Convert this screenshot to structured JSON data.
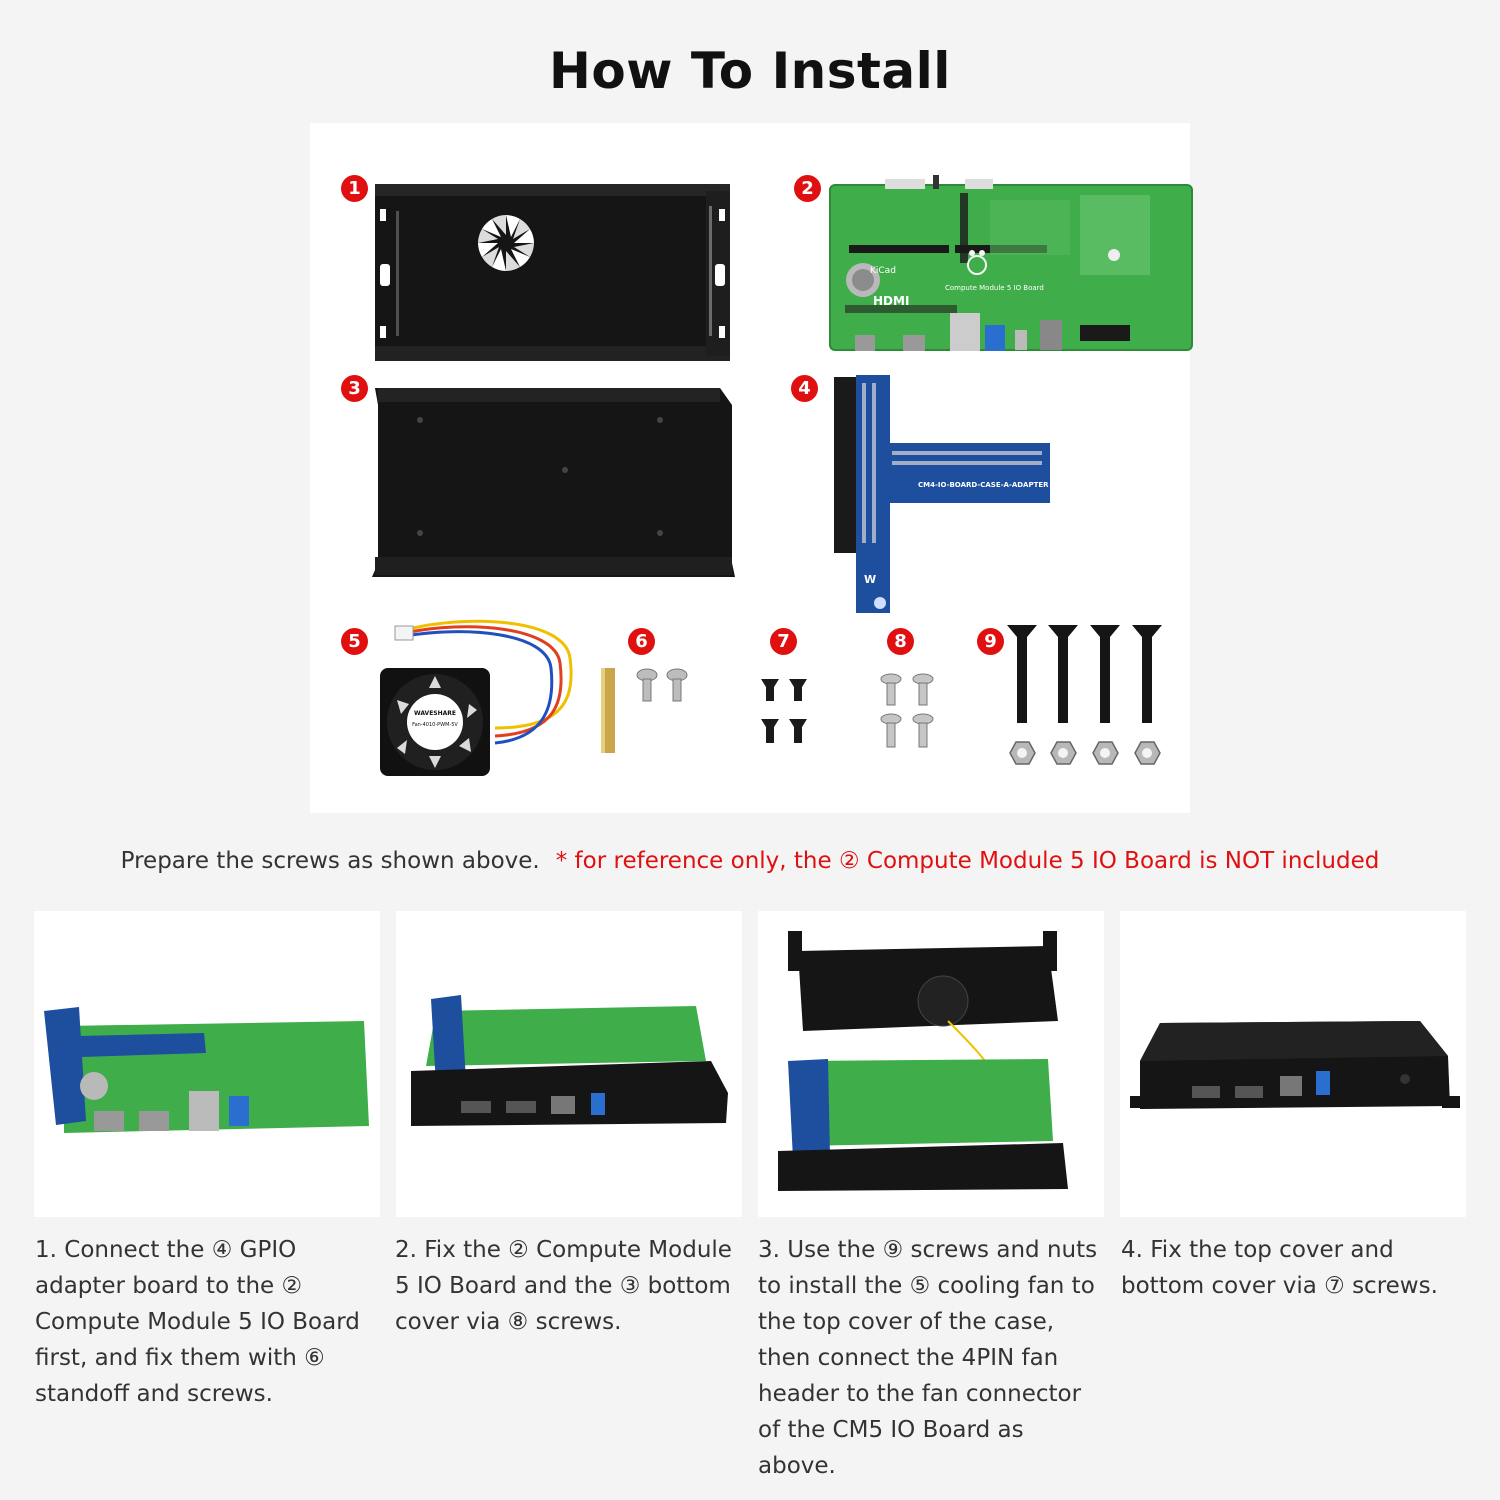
{
  "title": "How To Install",
  "parts": [
    {
      "badge": "1"
    },
    {
      "badge": "2"
    },
    {
      "badge": "3"
    },
    {
      "badge": "4"
    },
    {
      "badge": "5"
    },
    {
      "badge": "6"
    },
    {
      "badge": "7"
    },
    {
      "badge": "8"
    },
    {
      "badge": "9"
    }
  ],
  "part_labels": {
    "adapter": "CM4-IO-BOARD-CASE-A-ADAPTER",
    "fan_brand": "WAVESHARE",
    "fan_model": "Fan-4010-PWM-5V",
    "board_hdmi": "HDMI",
    "board_kicad": "KiCad",
    "board_name": "Compute Module 5 IO Board"
  },
  "prepare_text": "Prepare the screws as shown above.",
  "note_text": "* for reference only, the ② Compute Module 5 IO Board is NOT included",
  "steps": [
    {
      "text": "1. Connect the ④ GPIO adapter board to the ② Compute Module 5 IO Board first, and fix them with ⑥ standoff and screws."
    },
    {
      "text": "2. Fix the ② Compute Module 5 IO Board and the ③ bottom cover via ⑧ screws."
    },
    {
      "text": "3. Use the ⑨ screws and nuts to install the ⑤ cooling fan to the top cover of the case, then connect the 4PIN fan header to the fan connector of the CM5 IO Board as above."
    },
    {
      "text": "4. Fix the top cover and bottom cover via ⑦ screws."
    }
  ],
  "colors": {
    "badge": "#e01010",
    "note": "#e01010",
    "pcb_green": "#3fae4a",
    "adapter_blue": "#1d4f9e",
    "case_black": "#141414"
  }
}
